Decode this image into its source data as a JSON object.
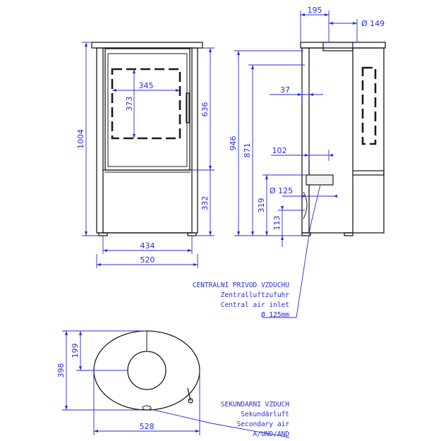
{
  "dimensions": {
    "top_width": "195",
    "flue_diameter": "Ø 149",
    "window_width": "345",
    "window_height": "373",
    "door_height": "636",
    "total_height": "1004",
    "flue_height": "946",
    "upper_height": "871",
    "side_offset": "37",
    "inlet_depth": "102",
    "inlet_diameter": "Ø 125",
    "inlet_height": "319",
    "base_height": "332",
    "inlet_low": "113",
    "inner_width": "434",
    "outer_width": "520",
    "plan_depth": "398",
    "plan_center": "199",
    "plan_width": "528"
  },
  "notes": {
    "central_air": [
      "CENTRALNI PRIVOD VZDUCHU",
      "Zentralluftzufuhr",
      "Central air inlet",
      "Ø 125mm"
    ],
    "secondary_air": [
      "SEKUNDARNI VZDUCH",
      "Sekundärluft",
      "Secondary air",
      "A/UND/AND"
    ]
  }
}
